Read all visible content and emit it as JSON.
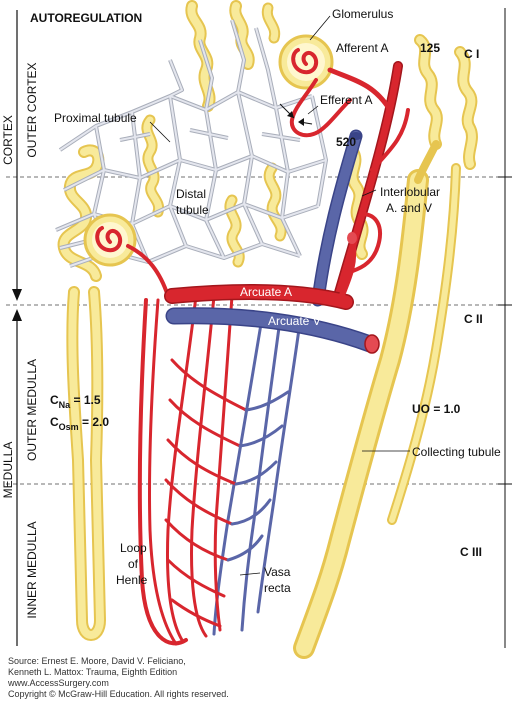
{
  "title": "AUTOREGULATION",
  "left_axis": {
    "cortex": "CORTEX",
    "outer_cortex": "OUTER CORTEX",
    "medulla": "MEDULLA",
    "outer_medulla": "OUTER MEDULLA",
    "inner_medulla": "INNER MEDULLA"
  },
  "zones": {
    "c1": "C I",
    "c2": "C II",
    "c3": "C III"
  },
  "labels": {
    "glomerulus": "Glomerulus",
    "afferent": "Afferent A",
    "efferent": "Efferent A",
    "proximal": "Proximal tubule",
    "distal_1": "Distal",
    "distal_2": "tubule",
    "interlobular_1": "Interlobular",
    "interlobular_2": "A. and V",
    "arcuate_a": "Arcuate A",
    "arcuate_v": "Arcuate V",
    "collecting": "Collecting tubule",
    "loop_1": "Loop",
    "loop_2": "of",
    "loop_3": "Henle",
    "vasa_1": "Vasa",
    "vasa_2": "recta"
  },
  "values": {
    "v125": "125",
    "v520": "520",
    "cna_label": "C",
    "cna_sub": "Na",
    "cna_val": " = 1.5",
    "cosm_label": "C",
    "cosm_sub": "Osm",
    "cosm_val": " = 2.0",
    "uo": "UO = 1.0"
  },
  "source": {
    "line1": "Source: Ernest E. Moore, David V. Feliciano,",
    "line2": "Kenneth L. Mattox: Trauma, Eighth Edition",
    "line3": "www.AccessSurgery.com",
    "line4": "Copyright © McGraw-Hill Education. All rights reserved."
  },
  "colors": {
    "artery": "#d8262e",
    "vein": "#5a66a8",
    "tubule": "#f8ea9a",
    "capillary": "#a9aeba"
  }
}
